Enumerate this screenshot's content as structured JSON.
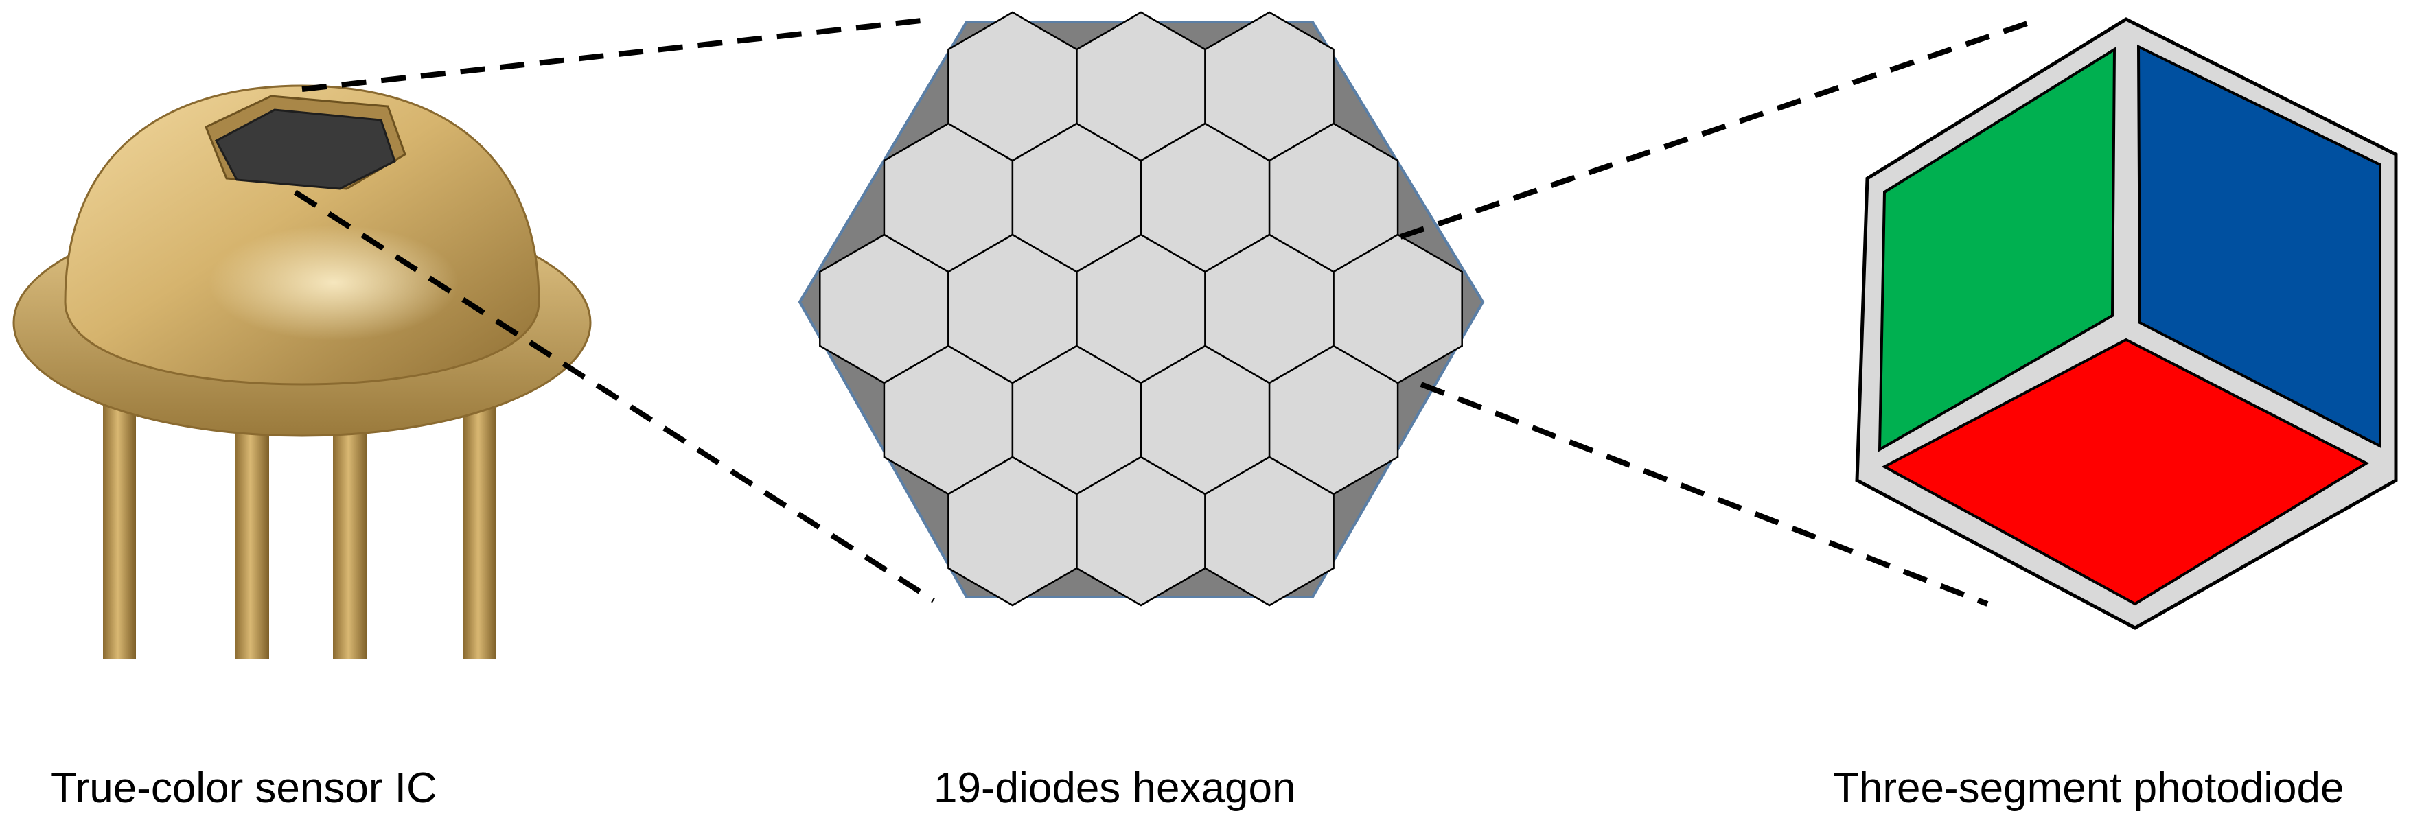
{
  "captions": {
    "sensor_ic": "True-color sensor IC",
    "diodes_hexagon": "19-diodes hexagon",
    "photodiode": "Three-segment photodiode"
  },
  "colors": {
    "ic_gold": "#c9a35a",
    "hex_background": "#7f7f7f",
    "hex_cell": "#d9d9d9",
    "segment_green": "#00b050",
    "segment_blue": "#0050a0",
    "segment_red": "#ff0000",
    "photodiode_frame": "#d9d9d9"
  }
}
